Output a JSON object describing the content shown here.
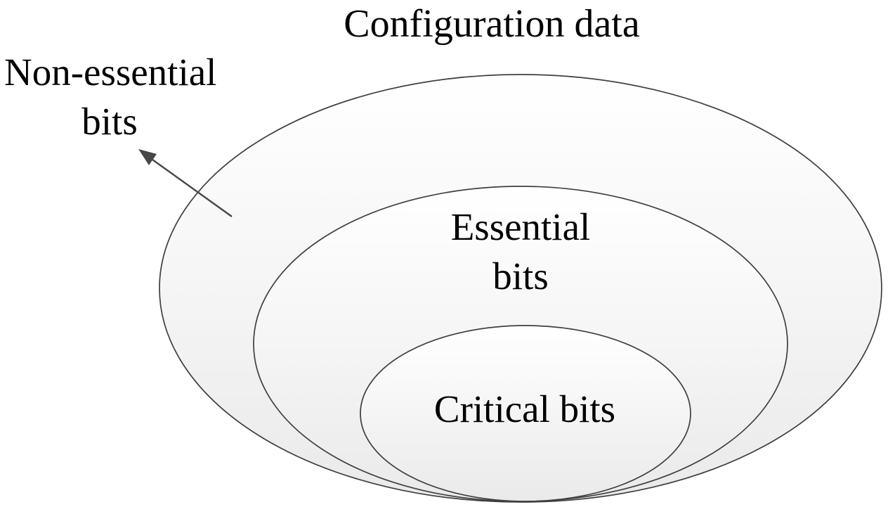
{
  "title": "Configuration data",
  "diagram": {
    "type": "nested-sets",
    "description": "Three nested ellipses tangent at the bottom; outer ring region is pointed to by an arrow labeled non-essential bits",
    "sets": [
      {
        "id": "configuration-data",
        "label": "Configuration data",
        "level": 0
      },
      {
        "id": "essential-bits",
        "label": "Essential bits",
        "level": 1
      },
      {
        "id": "critical-bits",
        "label": "Critical bits",
        "level": 2
      }
    ],
    "outside_pointer_label": "Non-essential bits"
  },
  "labels": {
    "non_essential": {
      "line1": "Non-essential",
      "line2": "bits"
    },
    "essential": {
      "line1": "Essential",
      "line2": "bits"
    },
    "critical": {
      "text": "Critical bits"
    }
  },
  "colors": {
    "background": "#ffffff",
    "ellipse_stroke": "#3f3f3f",
    "ellipse_fill_top": "#ffffff",
    "ellipse_fill_bottom": "#eaeaea",
    "arrow": "#474747",
    "text": "#000000"
  }
}
